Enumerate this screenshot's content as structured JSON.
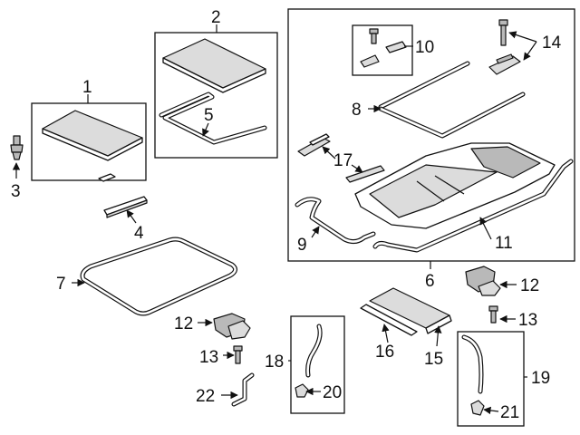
{
  "diagram": {
    "callouts": {
      "c1": "1",
      "c2": "2",
      "c3": "3",
      "c4": "4",
      "c5": "5",
      "c6": "6",
      "c7": "7",
      "c8": "8",
      "c9": "9",
      "c10": "10",
      "c11": "11",
      "c12a": "12",
      "c12b": "12",
      "c13a": "13",
      "c13b": "13",
      "c14": "14",
      "c15": "15",
      "c16": "16",
      "c17": "17",
      "c18": "18",
      "c19": "19",
      "c20": "20",
      "c21": "21",
      "c22": "22"
    }
  }
}
